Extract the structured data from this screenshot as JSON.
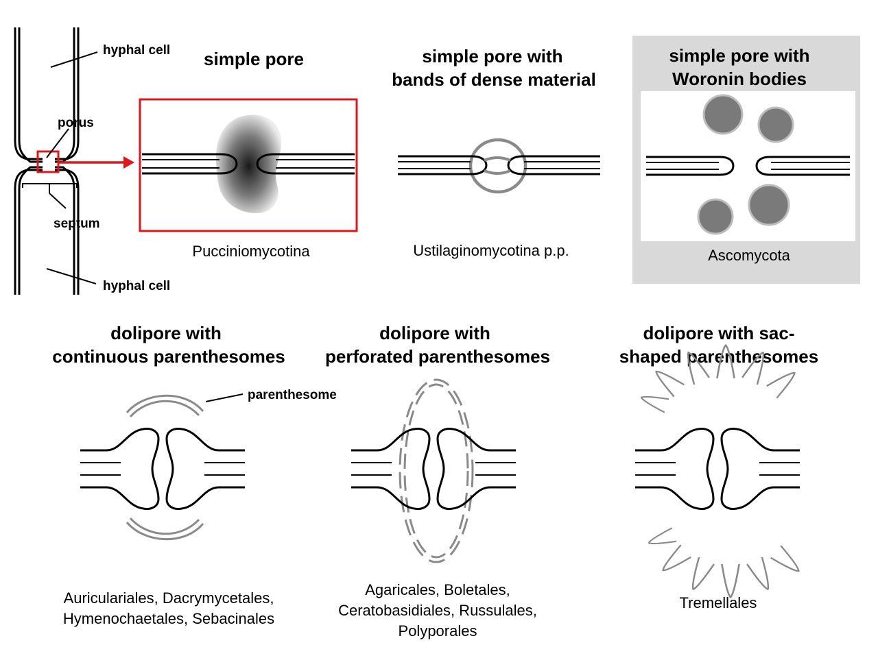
{
  "labels": {
    "hyphal_cell_top": "hyphal cell",
    "porus": "porus",
    "septum": "septum",
    "hyphal_cell_bottom": "hyphal cell",
    "parenthesome": "parenthesome"
  },
  "panels": {
    "simple_pore": {
      "title": [
        "simple pore"
      ],
      "taxa": [
        "Pucciniomycotina"
      ]
    },
    "bands": {
      "title": [
        "simple pore with",
        "bands of dense material"
      ],
      "taxa": [
        "Ustilaginomycotina p.p."
      ]
    },
    "woronin": {
      "title": [
        "simple pore with",
        "Woronin bodies"
      ],
      "taxa": [
        "Ascomycota"
      ]
    },
    "continuous": {
      "title": [
        "dolipore with",
        "continuous parenthesomes"
      ],
      "taxa": [
        "Auriculariales, Dacrymycetales,",
        "Hymenochaetales, Sebacinales"
      ]
    },
    "perforated": {
      "title": [
        "dolipore with",
        "perforated parenthesomes"
      ],
      "taxa": [
        "Agaricales, Boletales,",
        "Ceratobasidiales, Russulales,",
        "Polyporales"
      ]
    },
    "sac": {
      "title": [
        "dolipore with sac-",
        "shaped parenthesomes"
      ],
      "taxa": [
        "Tremellales"
      ]
    }
  },
  "colors": {
    "highlight": "#e0161b",
    "woronin_box": "#d9d9d9",
    "parenthesome": "#8a8a8a",
    "woronin_body": "#7a7a7a"
  }
}
